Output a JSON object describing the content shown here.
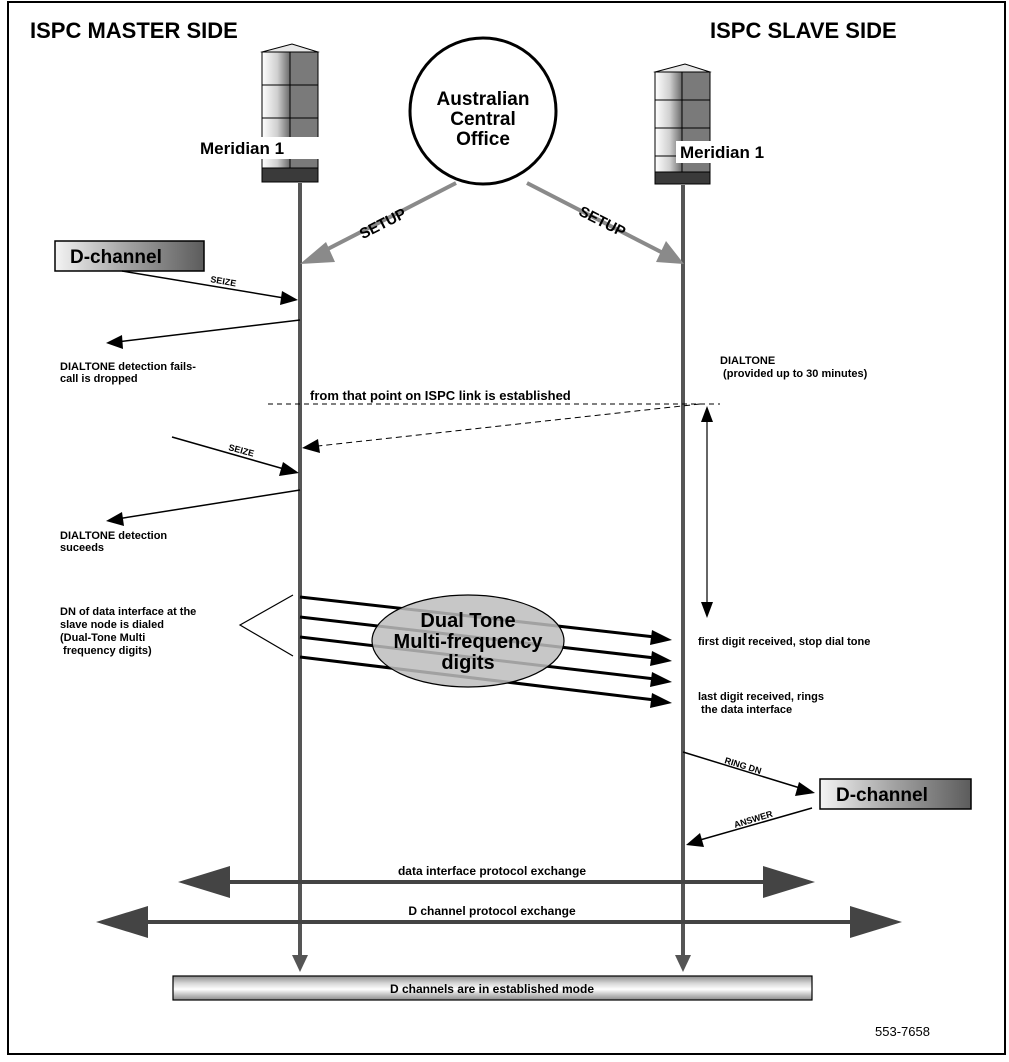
{
  "master_title": "ISPC MASTER SIDE",
  "slave_title": "ISPC SLAVE SIDE",
  "master_node": "Meridian 1",
  "slave_node": "Meridian 1",
  "central_office": [
    "Australian",
    "Central",
    "Office"
  ],
  "setup_left": "SETUP",
  "setup_right": "SETUP",
  "dchannel_master": "D-channel",
  "dchannel_slave": "D-channel",
  "seize_1": "SEIZE",
  "seize_2": "SEIZE",
  "fail_note": [
    "DIALTONE detection fails-",
    "call is dropped"
  ],
  "success_note": [
    "DIALTONE detection",
    "suceeds"
  ],
  "dialtone_note": [
    "DIALTONE",
    " (provided up to 30 minutes)"
  ],
  "link_established": "from that point on ISPC link is established",
  "dn_note": [
    "DN of data interface at the",
    "slave node is dialed",
    "(Dual-Tone Multi",
    " frequency digits)"
  ],
  "dtmf": [
    "Dual Tone",
    "Multi-frequency",
    "digits"
  ],
  "first_digit": "first digit received, stop dial tone",
  "last_digit": [
    "last digit received, rings",
    " the data interface"
  ],
  "ring_dn": "RING DN",
  "answer": "ANSWER",
  "data_exchange": "data interface protocol exchange",
  "d_exchange": "D channel protocol exchange",
  "established": "D channels are in established mode",
  "figure_id": "553-7658",
  "colors": {
    "line": "#555555",
    "setup_arrow": "#8a8a8a",
    "ellipse": "#bdbdbd",
    "box_dark": "#6e6e6e",
    "box_light": "#f2f2f2"
  }
}
